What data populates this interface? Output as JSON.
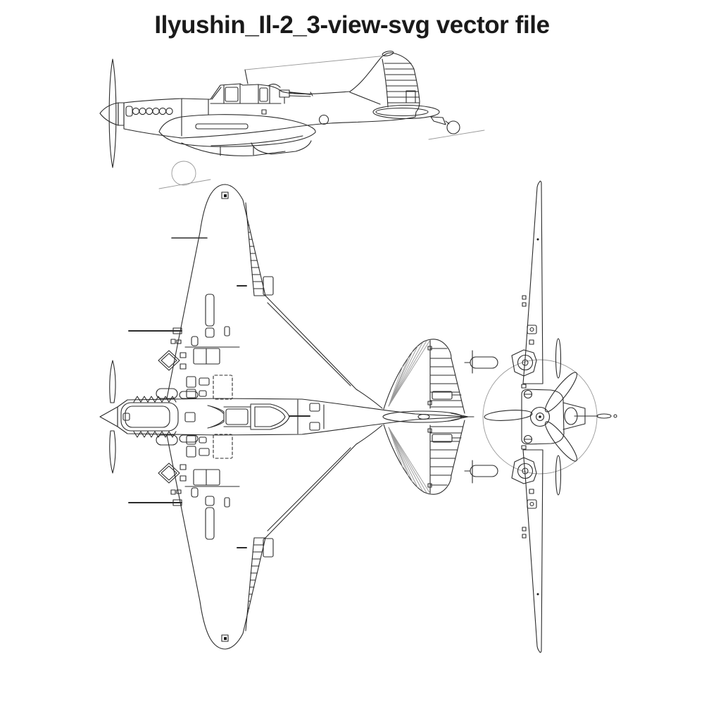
{
  "title": "Ilyushin_Il-2_3-view-svg vector file",
  "drawing": {
    "subject": "Ilyushin Il-2 three-view technical drawing",
    "views": {
      "side": "Side view",
      "top": "Top plan view",
      "front": "Front view"
    }
  },
  "colors": {
    "ink": "#2b2b2b",
    "light_line": "#999999",
    "title_text": "#1a1a1a",
    "background": "#ffffff"
  }
}
